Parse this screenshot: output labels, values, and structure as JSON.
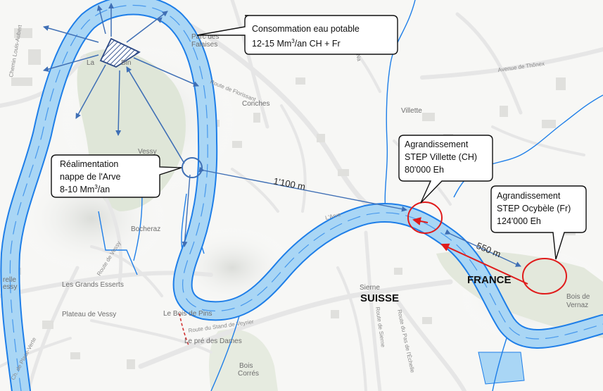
{
  "callouts": {
    "consommation": {
      "line1": "Consommation eau potable",
      "line2_prefix": "12-15 Mm",
      "line2_sup": "3",
      "line2_suffix": "/an CH + Fr"
    },
    "realimentation": {
      "line1": "Réalimentation",
      "line2": "nappe de l'Arve",
      "line3_prefix": "8-10 Mm",
      "line3_sup": "3",
      "line3_suffix": "/an"
    },
    "step_villette": {
      "line1": "Agrandissement",
      "line2": "STEP Villette (CH)",
      "line3": "80'000 Eh"
    },
    "step_ocybele": {
      "line1": "Agrandissement",
      "line2": "STEP Ocybèle (Fr)",
      "line3": "124'000 Eh"
    }
  },
  "distances": {
    "villette": "1'100 m",
    "ocybele": "550 m"
  },
  "countries": {
    "suisse": "SUISSE",
    "france": "FRANCE"
  },
  "places": {
    "parc_falaises_1": "Parc des",
    "parc_falaises_2": "Falaises",
    "conches": "Conches",
    "villette": "Villette",
    "vessy": "Vessy",
    "bocheraz": "Bocheraz",
    "grands_esserts": "Les Grands Esserts",
    "bois_de_pins": "Le Bois de Pins",
    "plateau_vessy": "Plateau de Vessy",
    "pre_des_dames": "Le pré des Dames",
    "sierne": "Sierne",
    "bois_corres": "Bois",
    "bois_corres_2": "Corrés",
    "bois_vernaz": "Bois de",
    "bois_vernaz_2": "Vernaz",
    "la_bin": "La",
    "la_bin_2": "Bin",
    "relle": "relle",
    "essy": "essy",
    "arve_label": "L'Arve"
  },
  "roads": {
    "ch_louis_aubert": "Chemin Louis-Aubert",
    "rte_florissant": "Route de Florissant",
    "av_thonex": "Avenue de Thônex",
    "rte_vessy": "Route de Vessy",
    "rte_stand_veyrier": "Route du Stand de Veyrier",
    "rte_sierne": "Route de Sierne",
    "rte_pas_echelle": "Route du Pas de l'Échelle",
    "ch_place_verte": "Ch. de Place-Verte",
    "chemin_na": "Chemin Na"
  },
  "colors": {
    "river_fill": "#a9d6f5",
    "river_edge": "#1e7ee8",
    "arrow": "#3f6fb5",
    "circle": "#e01b1b",
    "road": "#e6e6e6",
    "forest": "#dfe6d8"
  }
}
